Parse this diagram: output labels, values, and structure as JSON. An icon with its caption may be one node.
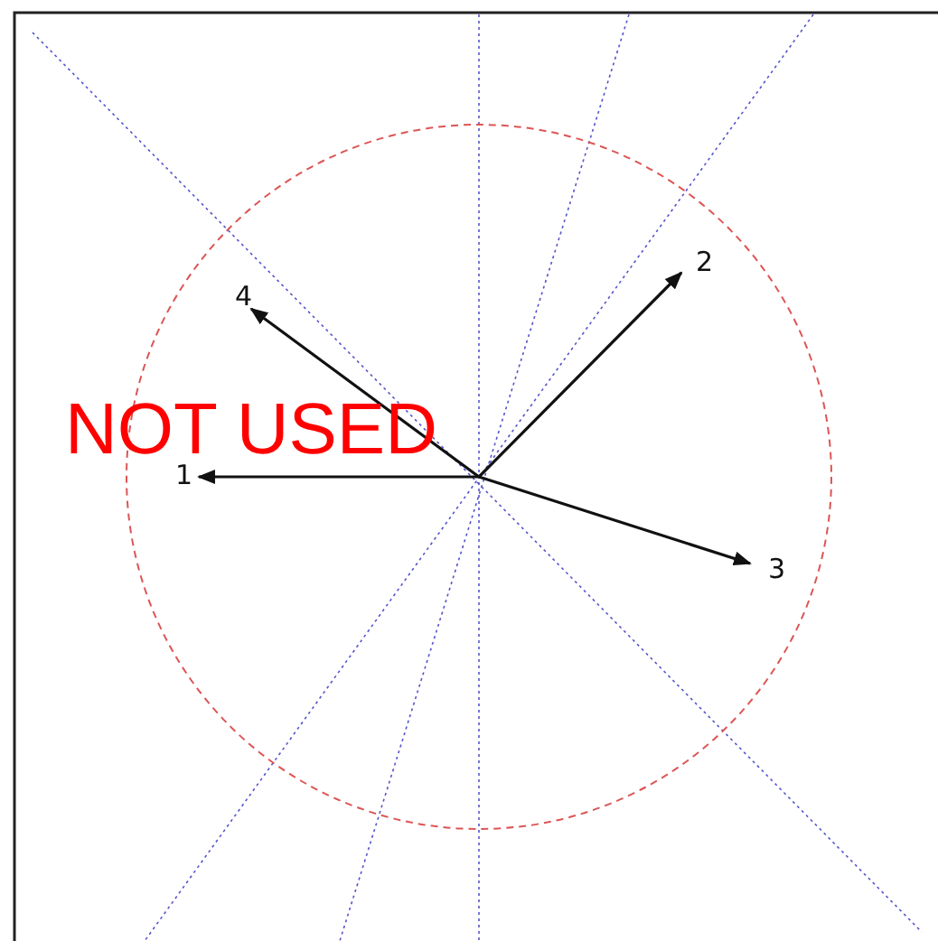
{
  "diagram": {
    "nodes": [
      {
        "text": [
          "2"
        ]
      },
      {
        "text": [
          "4"
        ]
      },
      {
        "text": [
          "1"
        ]
      },
      {
        "text": [
          "3"
        ]
      }
    ],
    "edges": [
      {
        "from": null,
        "to": 0,
        "arrow": "to"
      },
      {
        "from": null,
        "to": 1,
        "arrow": "to"
      },
      {
        "from": null,
        "to": 2,
        "arrow": "to"
      },
      {
        "from": null,
        "to": 3,
        "arrow": "to"
      }
    ],
    "labels": [
      "NOT USED"
    ]
  }
}
